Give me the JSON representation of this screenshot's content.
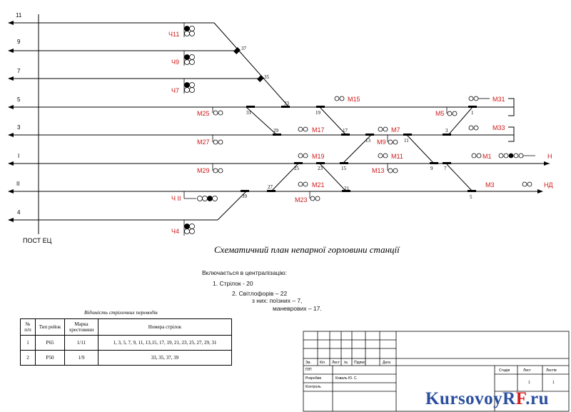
{
  "tracks": [
    {
      "id": "track-11",
      "label": "11"
    },
    {
      "id": "track-9",
      "label": "9"
    },
    {
      "id": "track-7",
      "label": "7"
    },
    {
      "id": "track-5",
      "label": "5"
    },
    {
      "id": "track-3",
      "label": "3"
    },
    {
      "id": "track-I",
      "label": "I"
    },
    {
      "id": "track-II",
      "label": "II"
    },
    {
      "id": "track-4",
      "label": "4"
    }
  ],
  "signals_red": [
    {
      "id": "ch11",
      "label": "Ч11"
    },
    {
      "id": "ch9",
      "label": "Ч9"
    },
    {
      "id": "ch7",
      "label": "Ч7"
    },
    {
      "id": "ch4",
      "label": "Ч4"
    },
    {
      "id": "chii",
      "label": "Ч II"
    },
    {
      "id": "m25",
      "label": "М25"
    },
    {
      "id": "m27",
      "label": "М27"
    },
    {
      "id": "m29",
      "label": "М29"
    },
    {
      "id": "m15",
      "label": "М15"
    },
    {
      "id": "m17",
      "label": "М17"
    },
    {
      "id": "m19",
      "label": "М19"
    },
    {
      "id": "m21",
      "label": "М21"
    },
    {
      "id": "m23",
      "label": "М23"
    },
    {
      "id": "m7",
      "label": "М7"
    },
    {
      "id": "m9",
      "label": "М9"
    },
    {
      "id": "m11",
      "label": "М11"
    },
    {
      "id": "m13",
      "label": "М13"
    },
    {
      "id": "m5",
      "label": "М5"
    },
    {
      "id": "m31",
      "label": "М31"
    },
    {
      "id": "m33",
      "label": "М33"
    },
    {
      "id": "m1",
      "label": "М1"
    },
    {
      "id": "m3",
      "label": "М3"
    },
    {
      "id": "n",
      "label": "Н"
    },
    {
      "id": "nd",
      "label": "НД"
    }
  ],
  "switch_numbers": [
    "37",
    "35",
    "33",
    "31",
    "29",
    "19",
    "17",
    "13",
    "11",
    "9",
    "7",
    "5",
    "3",
    "1",
    "25",
    "23",
    "27",
    "21",
    "15",
    "39"
  ],
  "post_label": "ПОСТ ЕЦ",
  "caption": "Схематичний план непарної горловини станції",
  "centralization": {
    "title": "Включається в централізацію:",
    "item1": "1. Стрілок - 20",
    "item2": "2. Світлофорів – 22",
    "item2a": "з них: поїзних – 7,",
    "item2b": "маневрових – 17."
  },
  "switch_table": {
    "title": "Відомість стрілочних переводів",
    "headers": [
      "№ п/п",
      "Тип рейок",
      "Марка хрестовини",
      "Номера стрілок"
    ],
    "rows": [
      [
        "1",
        "Р65",
        "1/11",
        "1, 3, 5, 7, 9, 11, 13,15, 17, 19, 21, 23, 25, 27, 29, 31"
      ],
      [
        "2",
        "Р50",
        "1/9",
        "33, 35, 37, 39"
      ]
    ]
  },
  "stamp": {
    "cols": [
      "Зм.",
      "Кіл.",
      "Лист",
      "№",
      "Підпис",
      "Дата"
    ],
    "rows": [
      "П/П",
      "Розробив",
      "Контроль"
    ],
    "author": "Коваль Ю. С.",
    "right_headers": [
      "Стадія",
      "Лист",
      "Листів"
    ],
    "right_values": [
      "",
      "1",
      "1"
    ]
  },
  "watermark": {
    "main": "KursovoyR",
    "accent": "F",
    "tail": ".ru"
  }
}
